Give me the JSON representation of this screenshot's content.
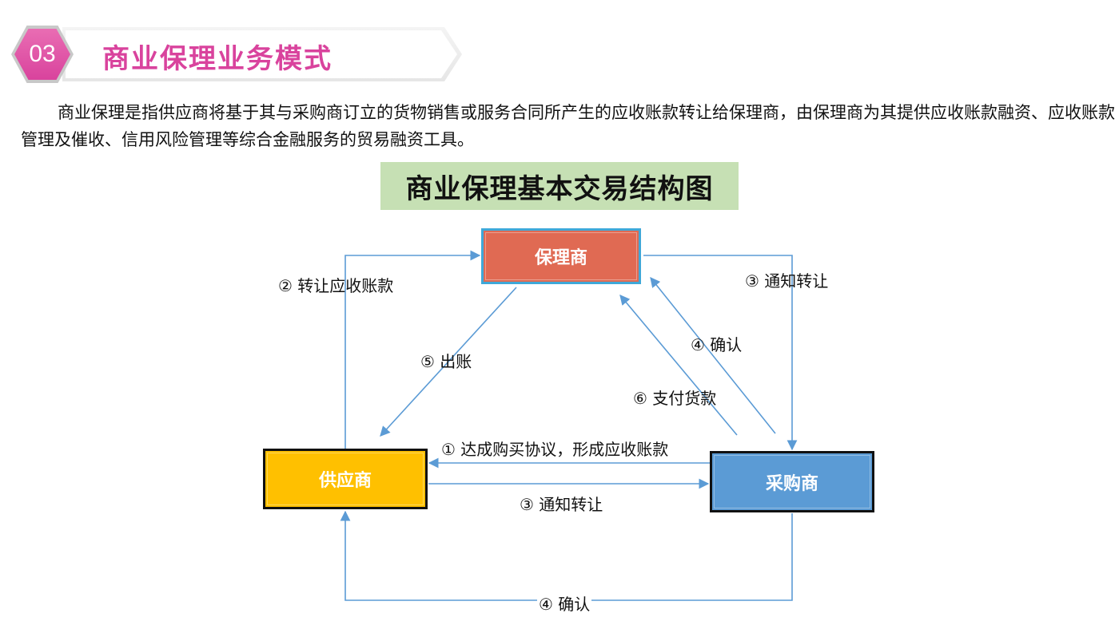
{
  "section": {
    "number": "03",
    "title": "商业保理业务模式"
  },
  "intro": "商业保理是指供应商将基于其与采购商订立的货物销售或服务合同所产生的应收账款转让给保理商，由保理商为其提供应收账款融资、应收账款管理及催收、信用风险管理等综合金融服务的贸易融资工具。",
  "diagram": {
    "title": "商业保理基本交易结构图",
    "nodes": {
      "factor": "保理商",
      "supplier": "供应商",
      "buyer": "采购商"
    },
    "labels": {
      "transfer_receivables": "② 转让应收账款",
      "notify_transfer_top": "③ 通知转让",
      "confirm_top": "④ 确认",
      "billing": "⑤ 出账",
      "pay_goods": "⑥ 支付货款",
      "agreement": "① 达成购买协议，形成应收账款",
      "notify_transfer_mid": "③ 通知转让",
      "confirm_bottom": "④ 确认"
    },
    "colors": {
      "factor": "#e06a53",
      "supplier": "#ffc000",
      "buyer": "#5b9bd5",
      "arrow": "#5b9bd5",
      "title_bg": "#c6e0b4",
      "accent": "#d9439d"
    }
  }
}
